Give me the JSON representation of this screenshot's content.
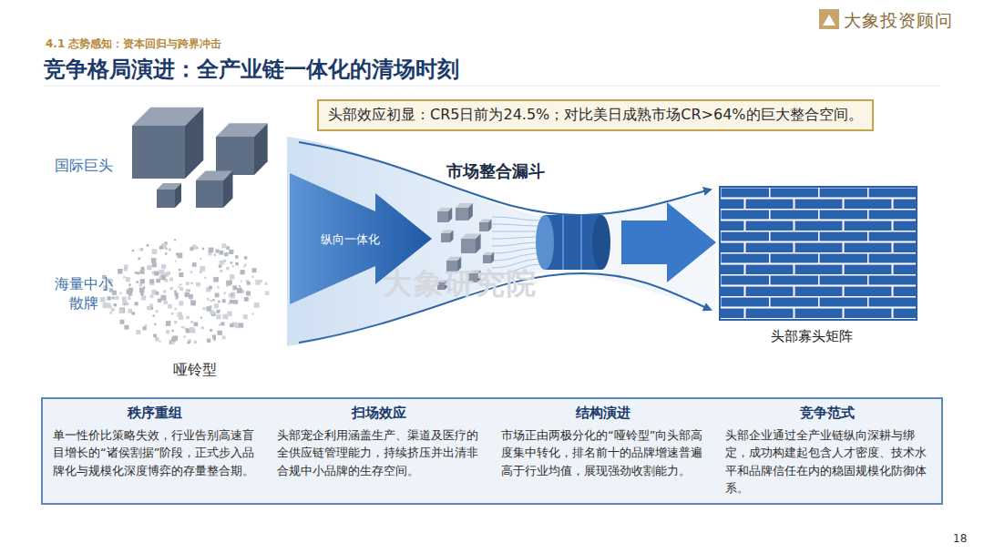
{
  "diagram": {
    "title": "竞争格局演进：全产业链一体化的清场时刻",
    "nodes": [
      {
        "text": [
          "头部效应初显：CR5日前为24.5%；对比美日成熟市场CR>64%的巨大整合空间。"
        ]
      },
      {
        "text": [
          "秩序重组",
          "单一性价比策略失效，行业告别高速盲目增长的“诸侯割据”阶段，正式步入品牌化与规模化深度博弈的存量整合期。"
        ]
      },
      {
        "text": [
          "扫场效应",
          "头部宠企利用涵盖生产、渠道及医疗的全供应链管理能力，持续挤压并出清非合规中小品牌的生存空间。"
        ]
      },
      {
        "text": [
          "结构演进",
          "市场正由两极分化的“哑铃型”向头部高度集中转化，排名前十的品牌增速普遍高于行业均值，展现强劲收割能力。"
        ]
      },
      {
        "text": [
          "竞争范式",
          "头部企业通过全产业链纵向深耕与绑定，成功构建起包含人才密度、技术水平和品牌信任在内的稳固规模化防御体系。"
        ]
      }
    ],
    "edges": [],
    "labels": [
      "4.1 态势感知：资本回归与跨界冲击",
      "大象投资顾问",
      "国际巨头",
      "海量中小散牌",
      "哑铃型",
      "纵向一体化",
      "市场整合漏斗",
      "大象研究院",
      "头部寡头矩阵",
      "18"
    ]
  }
}
